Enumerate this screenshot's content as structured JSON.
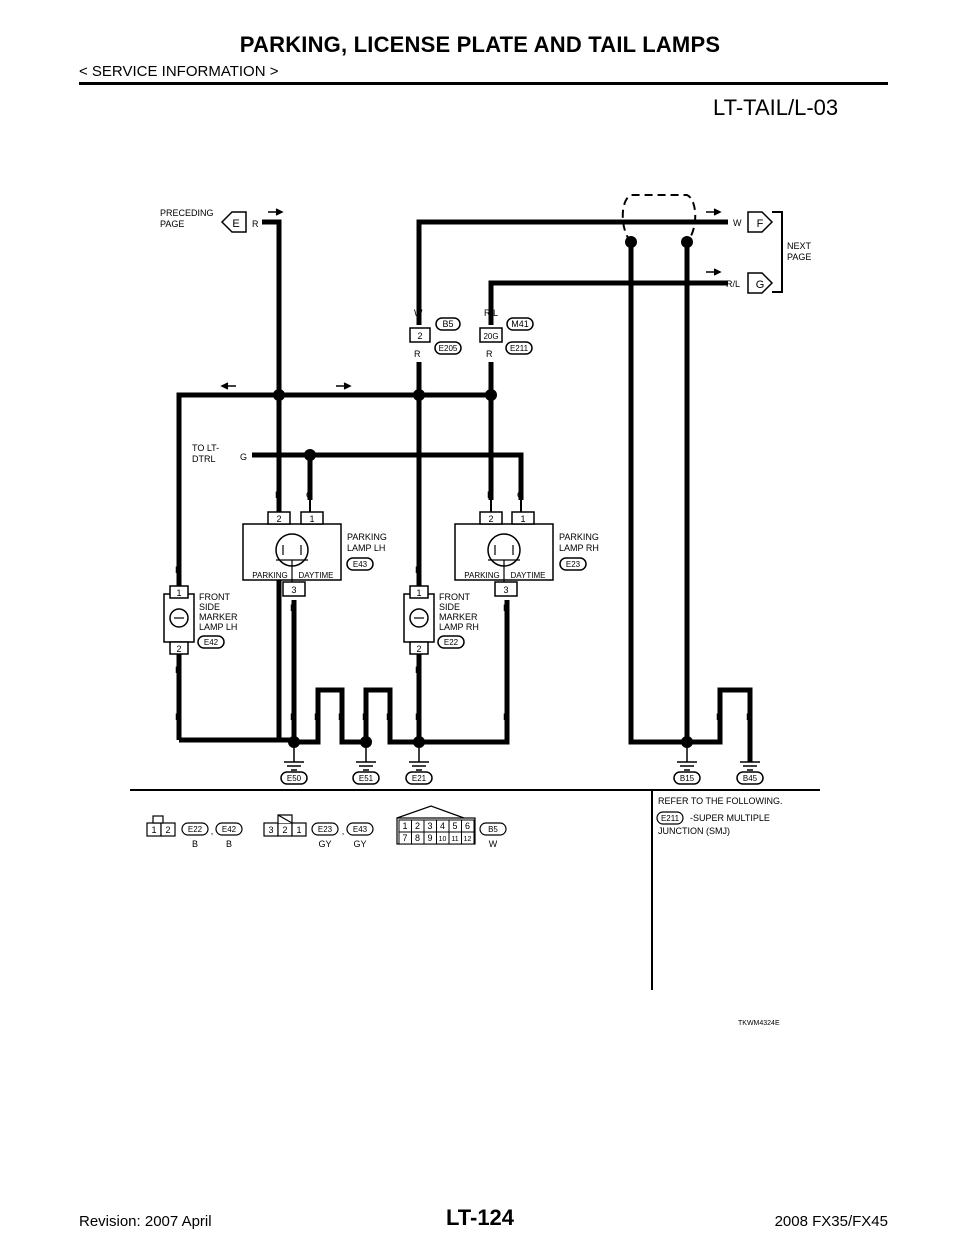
{
  "header": {
    "title": "PARKING, LICENSE PLATE AND TAIL LAMPS",
    "subtitle": "< SERVICE INFORMATION >",
    "diagram_id": "LT-TAIL/L-03"
  },
  "diagram": {
    "preceding_page": [
      "PRECEDING",
      "PAGE"
    ],
    "next_page": [
      "NEXT",
      "PAGE"
    ],
    "conn_e": "E",
    "conn_f": "F",
    "conn_g": "G",
    "to_lt": [
      "TO LT-",
      "DTRL"
    ],
    "wire_colors": {
      "r": "R",
      "w": "W",
      "rl": "R/L",
      "g": "G",
      "b": "B"
    },
    "connectors": {
      "b5": "B5",
      "m41": "M41",
      "e205": "E205",
      "e211": "E211",
      "pin_2": "2",
      "pin_20g": "20G",
      "e43": "E43",
      "e23": "E23",
      "e42": "E42",
      "e22": "E22"
    },
    "parking_lamp_lh": [
      "PARKING",
      "LAMP LH"
    ],
    "parking_lamp_rh": [
      "PARKING",
      "LAMP RH"
    ],
    "parking": "PARKING",
    "daytime": "DAYTIME",
    "front_side_marker_lh": [
      "FRONT",
      "SIDE",
      "MARKER",
      "LAMP LH"
    ],
    "front_side_marker_rh": [
      "FRONT",
      "SIDE",
      "MARKER",
      "LAMP RH"
    ],
    "pins": {
      "p1": "1",
      "p2": "2",
      "p3": "3"
    },
    "grounds": [
      "E50",
      "E51",
      "E21",
      "B15",
      "B45"
    ],
    "legend": {
      "c1_pins": [
        "1",
        "2"
      ],
      "c1_names": [
        "E22",
        "E42"
      ],
      "c1_colors": [
        "B",
        "B"
      ],
      "c2_pins": [
        "3",
        "2",
        "1"
      ],
      "c2_names": [
        "E23",
        "E43"
      ],
      "c2_colors": [
        "GY",
        "GY"
      ],
      "c3_row1": [
        "1",
        "2",
        "3",
        "4",
        "5",
        "6"
      ],
      "c3_row2": [
        "7",
        "8",
        "9",
        "10",
        "11",
        "12"
      ],
      "c3_name": "B5",
      "c3_color": "W",
      "comma": ","
    },
    "refer": {
      "title": "REFER TO THE FOLLOWING.",
      "conn": "E211",
      "text1": "-SUPER MULTIPLE",
      "text2": "JUNCTION (SMJ)"
    },
    "figure_code": "TKWM4324E"
  },
  "footer": {
    "revision": "Revision: 2007 April",
    "page": "LT-124",
    "model": "2008 FX35/FX45"
  }
}
